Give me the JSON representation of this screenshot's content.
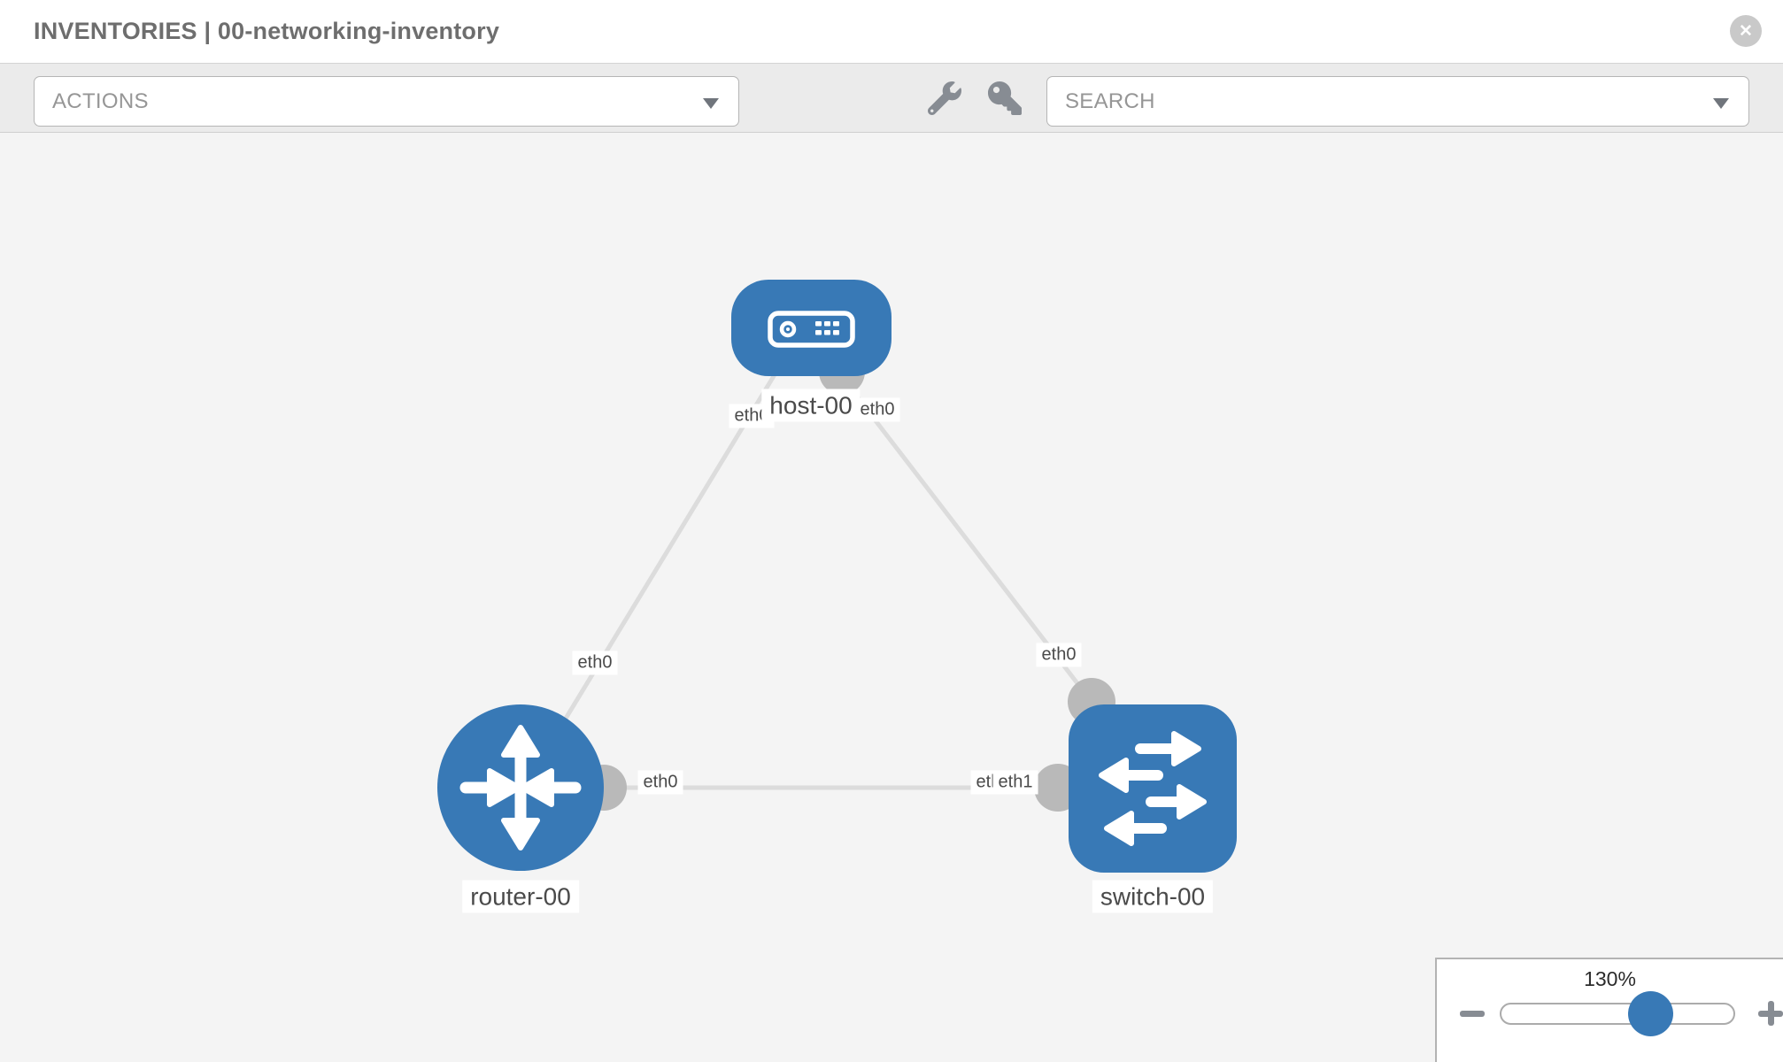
{
  "header": {
    "title": "INVENTORIES | 00-networking-inventory",
    "close_symbol": "✕"
  },
  "toolbar": {
    "actions_label": "ACTIONS",
    "search_label": "SEARCH"
  },
  "topology": {
    "nodes": [
      {
        "id": "host-00",
        "label": "host-00",
        "type": "host"
      },
      {
        "id": "router-00",
        "label": "router-00",
        "type": "router"
      },
      {
        "id": "switch-00",
        "label": "switch-00",
        "type": "switch"
      }
    ],
    "links": [
      {
        "source": "host-00",
        "source_interface": "eth0",
        "target": "router-00",
        "target_interface": "eth0"
      },
      {
        "source": "host-00",
        "source_interface": "eth0",
        "target": "switch-00",
        "target_interface": "eth0"
      },
      {
        "source": "router-00",
        "source_interface": "eth0",
        "target": "switch-00",
        "target_interface": "eth1"
      }
    ],
    "interface_labels": {
      "host_to_router": "eth0",
      "host_to_switch": "eth0",
      "router_to_host": "eth0",
      "switch_to_host": "eth0",
      "router_to_switch": "eth0",
      "switch_to_router_back": "eth1",
      "switch_to_router": "eth1"
    }
  },
  "zoom": {
    "level": "130%"
  },
  "colors": {
    "node_blue": "#3879b6",
    "link_gray": "#dcdcdc",
    "connector_gray": "#b9b9b9",
    "canvas_bg": "#f4f4f4",
    "toolbar_bg": "#ebebeb",
    "slider_handle_blue": "#3879b6"
  }
}
